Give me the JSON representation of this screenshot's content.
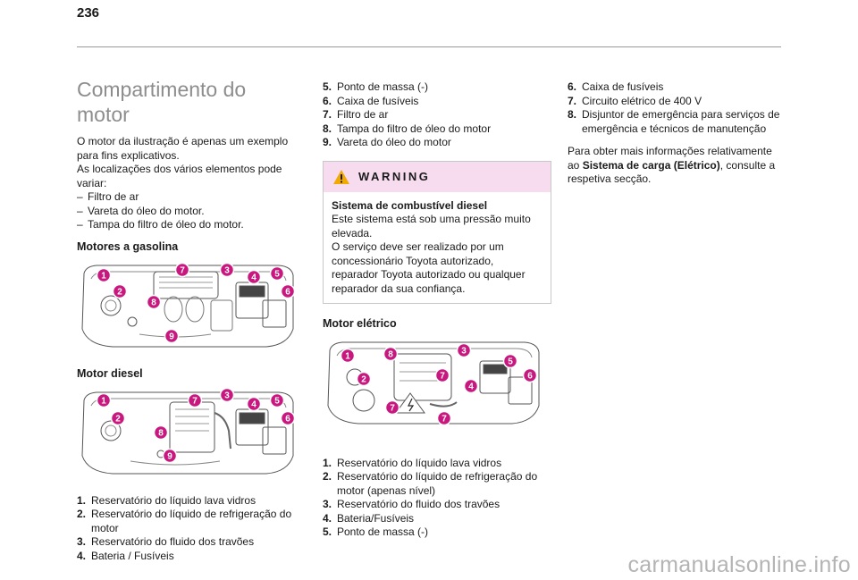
{
  "page_number": "236",
  "watermark": "carmanualsonline.info",
  "col1": {
    "title": "Compartimento do motor",
    "intro_lines": [
      "O motor da ilustração é apenas um exemplo para fins explicativos.",
      "As localizações dos vários elementos pode variar:"
    ],
    "dash_items": [
      "Filtro de ar",
      "Vareta do óleo do motor.",
      "Tampa do filtro de óleo do motor."
    ],
    "dash": "–",
    "petrol_heading": "Motores a gasolina",
    "diesel_heading": "Motor diesel",
    "list": [
      {
        "num": "1.",
        "text": "Reservatório do líquido lava vidros"
      },
      {
        "num": "2.",
        "text": "Reservatório do líquido de refrigeração do motor"
      },
      {
        "num": "3.",
        "text": "Reservatório do fluido dos travões"
      },
      {
        "num": "4.",
        "text": "Bateria / Fusíveis"
      }
    ]
  },
  "col2": {
    "list_top": [
      {
        "num": "5.",
        "text": "Ponto de massa (-)"
      },
      {
        "num": "6.",
        "text": "Caixa de fusíveis"
      },
      {
        "num": "7.",
        "text": "Filtro de ar"
      },
      {
        "num": "8.",
        "text": "Tampa do filtro de óleo do motor"
      },
      {
        "num": "9.",
        "text": "Vareta do óleo do motor"
      }
    ],
    "warning": {
      "title": "WARNING",
      "subtitle": "Sistema de combustível diesel",
      "lines": [
        "Este sistema está sob uma pressão muito elevada.",
        "O serviço deve ser realizado por um concessionário Toyota autorizado, reparador Toyota autorizado ou qualquer reparador da sua confiança."
      ]
    },
    "electric_heading": "Motor elétrico",
    "list_bottom": [
      {
        "num": "1.",
        "text": "Reservatório do líquido lava vidros"
      },
      {
        "num": "2.",
        "text": "Reservatório do líquido de refrigeração do motor (apenas nível)"
      },
      {
        "num": "3.",
        "text": "Reservatório do fluido dos travões"
      },
      {
        "num": "4.",
        "text": "Bateria/Fusíveis"
      },
      {
        "num": "5.",
        "text": "Ponto de massa (-)"
      }
    ]
  },
  "col3": {
    "list": [
      {
        "num": "6.",
        "text": "Caixa de fusíveis"
      },
      {
        "num": "7.",
        "text": "Circuito elétrico de 400 V"
      },
      {
        "num": "8.",
        "text": "Disjuntor de emergência para serviços de emergência e técnicos de manutenção"
      }
    ],
    "note_before": "Para obter mais informações relativamente ao ",
    "note_bold": "Sistema de carga (Elétrico)",
    "note_after": ", consulte a respetiva secção."
  },
  "figures": {
    "callout_color": "#c8187f",
    "petrol_callouts": [
      "1",
      "7",
      "3",
      "4",
      "5",
      "6",
      "2",
      "8",
      "9"
    ],
    "diesel_callouts": [
      "1",
      "7",
      "3",
      "4",
      "5",
      "6",
      "2",
      "8",
      "9"
    ],
    "electric_callouts": [
      "1",
      "8",
      "3",
      "5",
      "6",
      "2",
      "7",
      "4",
      "7",
      "7"
    ]
  }
}
